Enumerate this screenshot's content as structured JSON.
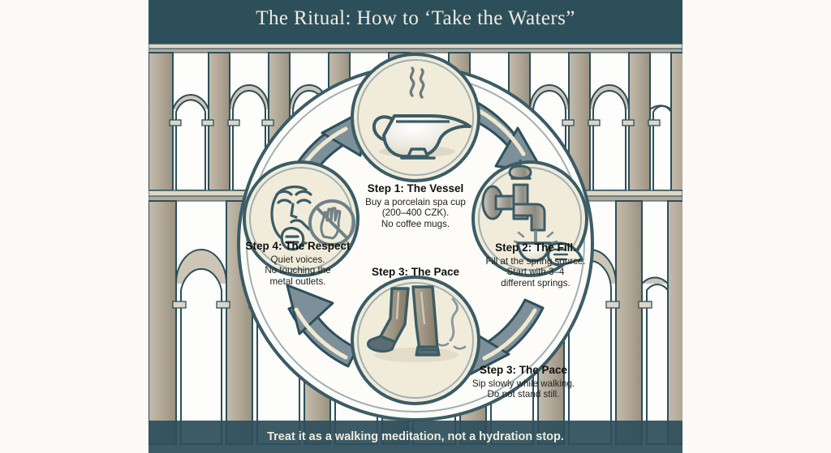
{
  "poster": {
    "title": "The Ritual: How to ‘Take the Waters”",
    "footer": "Treat it as a walking meditation, not a hydration stop.",
    "center_label": "Step 3: The Pace"
  },
  "colors": {
    "banner": "#2d4f5a",
    "banner_text": "#eeece0",
    "page_bg": "#fbfaf6",
    "poster_bg": "#f7f5ef",
    "disc_fill": "#f1ecd9",
    "disc_stroke": "#3b5c66",
    "arrow_fill": "#7d9099",
    "arrow_stroke": "#2d4f5a",
    "arrow_highlight": "#efe8d0",
    "stone": "#b3aa9a",
    "stone_light": "#cdc6b6",
    "stone_dark": "#8d8474",
    "outline": "#2d4f5a",
    "metal": "#9a968c",
    "metal_light": "#c9c5ba",
    "text": "#1d1d1d"
  },
  "steps": [
    {
      "id": "step-1",
      "icon": "porcelain-spa-cup-icon",
      "title": "Step 1: The Vessel",
      "lines": [
        "Buy a porcelain spa cup",
        "(200–400 CZK).",
        "No coffee mugs."
      ]
    },
    {
      "id": "step-2",
      "icon": "faucet-filling-cup-icon",
      "title": "Step 2: The Fill.",
      "lines": [
        "Fill at the spring source.",
        "Start with 3–4",
        "different springs."
      ]
    },
    {
      "id": "step-3",
      "icon": "walking-legs-icon",
      "title": "Step 3: The Pace",
      "lines": [
        "Sip slowly while walking.",
        "Do not stand still."
      ]
    },
    {
      "id": "step-4",
      "icon": "quiet-no-touching-icon",
      "title": "Step 4: The Respect",
      "lines": [
        "Quiet voices.",
        "No touching the",
        "metal outlets."
      ]
    }
  ],
  "arrows": [
    {
      "name": "arrow-step4-to-step1",
      "direction": "clockwise"
    },
    {
      "name": "arrow-step1-to-step2",
      "direction": "clockwise"
    },
    {
      "name": "arrow-step2-to-step3",
      "direction": "clockwise"
    },
    {
      "name": "arrow-step3-to-step4",
      "direction": "clockwise"
    }
  ],
  "background": {
    "motif": "roman-aqueduct-arcade",
    "tiers": 2
  }
}
